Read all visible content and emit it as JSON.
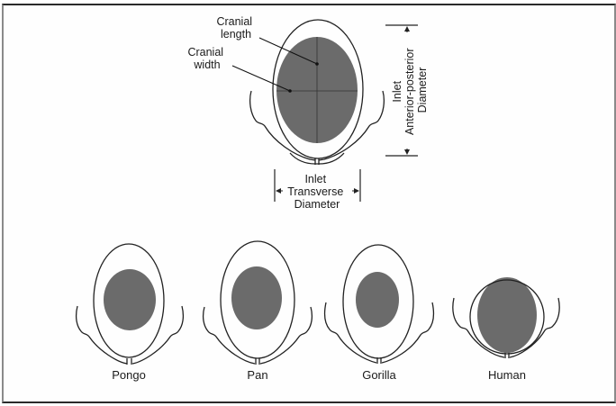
{
  "figure": {
    "main_diagram": {
      "labels": {
        "cranial_length": [
          "Cranial",
          "length"
        ],
        "cranial_width": [
          "Cranial",
          "width"
        ],
        "transverse": [
          "Inlet",
          "Transverse",
          "Diameter"
        ],
        "anterior_posterior": [
          "Inlet",
          "Anterior-posterior",
          "Diameter"
        ]
      }
    },
    "species": [
      {
        "name": "Pongo"
      },
      {
        "name": "Pan"
      },
      {
        "name": "Gorilla"
      },
      {
        "name": "Human"
      }
    ],
    "colors": {
      "cranium": "#6b6b6b",
      "outline": "#222222"
    }
  }
}
